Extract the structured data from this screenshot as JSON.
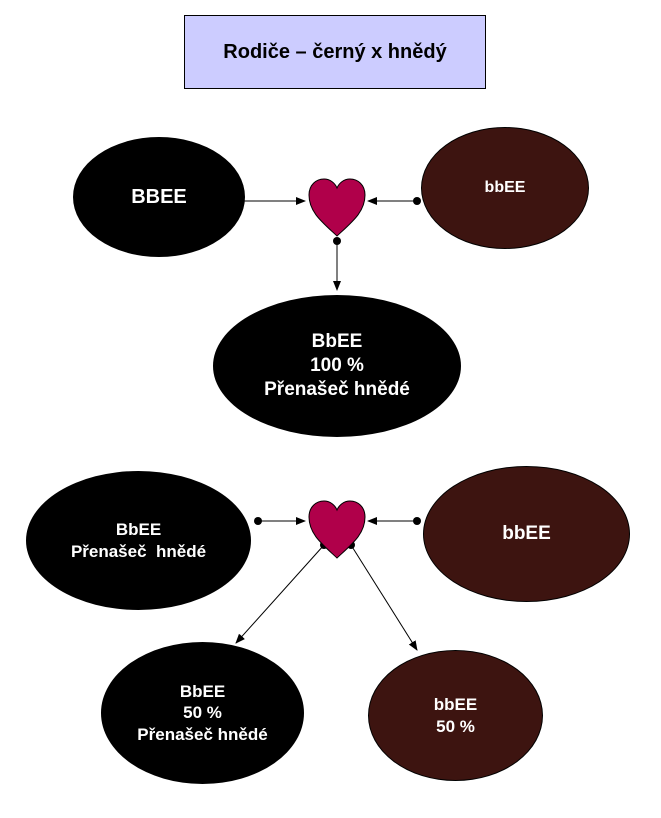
{
  "title": "Rodiče – černý x hnědý",
  "colors": {
    "title_bg": "#ccccff",
    "black_node": "#000000",
    "brown_node": "#3d1410",
    "heart": "#b0004a",
    "text": "#ffffff"
  },
  "cross1": {
    "parent_left": {
      "lines": [
        "BBEE"
      ]
    },
    "parent_right": {
      "lines": [
        "bbEE"
      ]
    },
    "offspring": {
      "lines": [
        "BbEE",
        "100 %",
        "Přenašeč hnědé"
      ]
    }
  },
  "cross2": {
    "parent_left": {
      "lines": [
        "BbEE",
        "Přenašeč  hnědé"
      ]
    },
    "parent_right": {
      "lines": [
        "bbEE"
      ]
    },
    "offspring_left": {
      "lines": [
        "BbEE",
        "50 %",
        "Přenašeč hnědé"
      ]
    },
    "offspring_right": {
      "lines": [
        "bbEE",
        "50 %"
      ]
    }
  },
  "icons": [
    "heart-icon"
  ]
}
